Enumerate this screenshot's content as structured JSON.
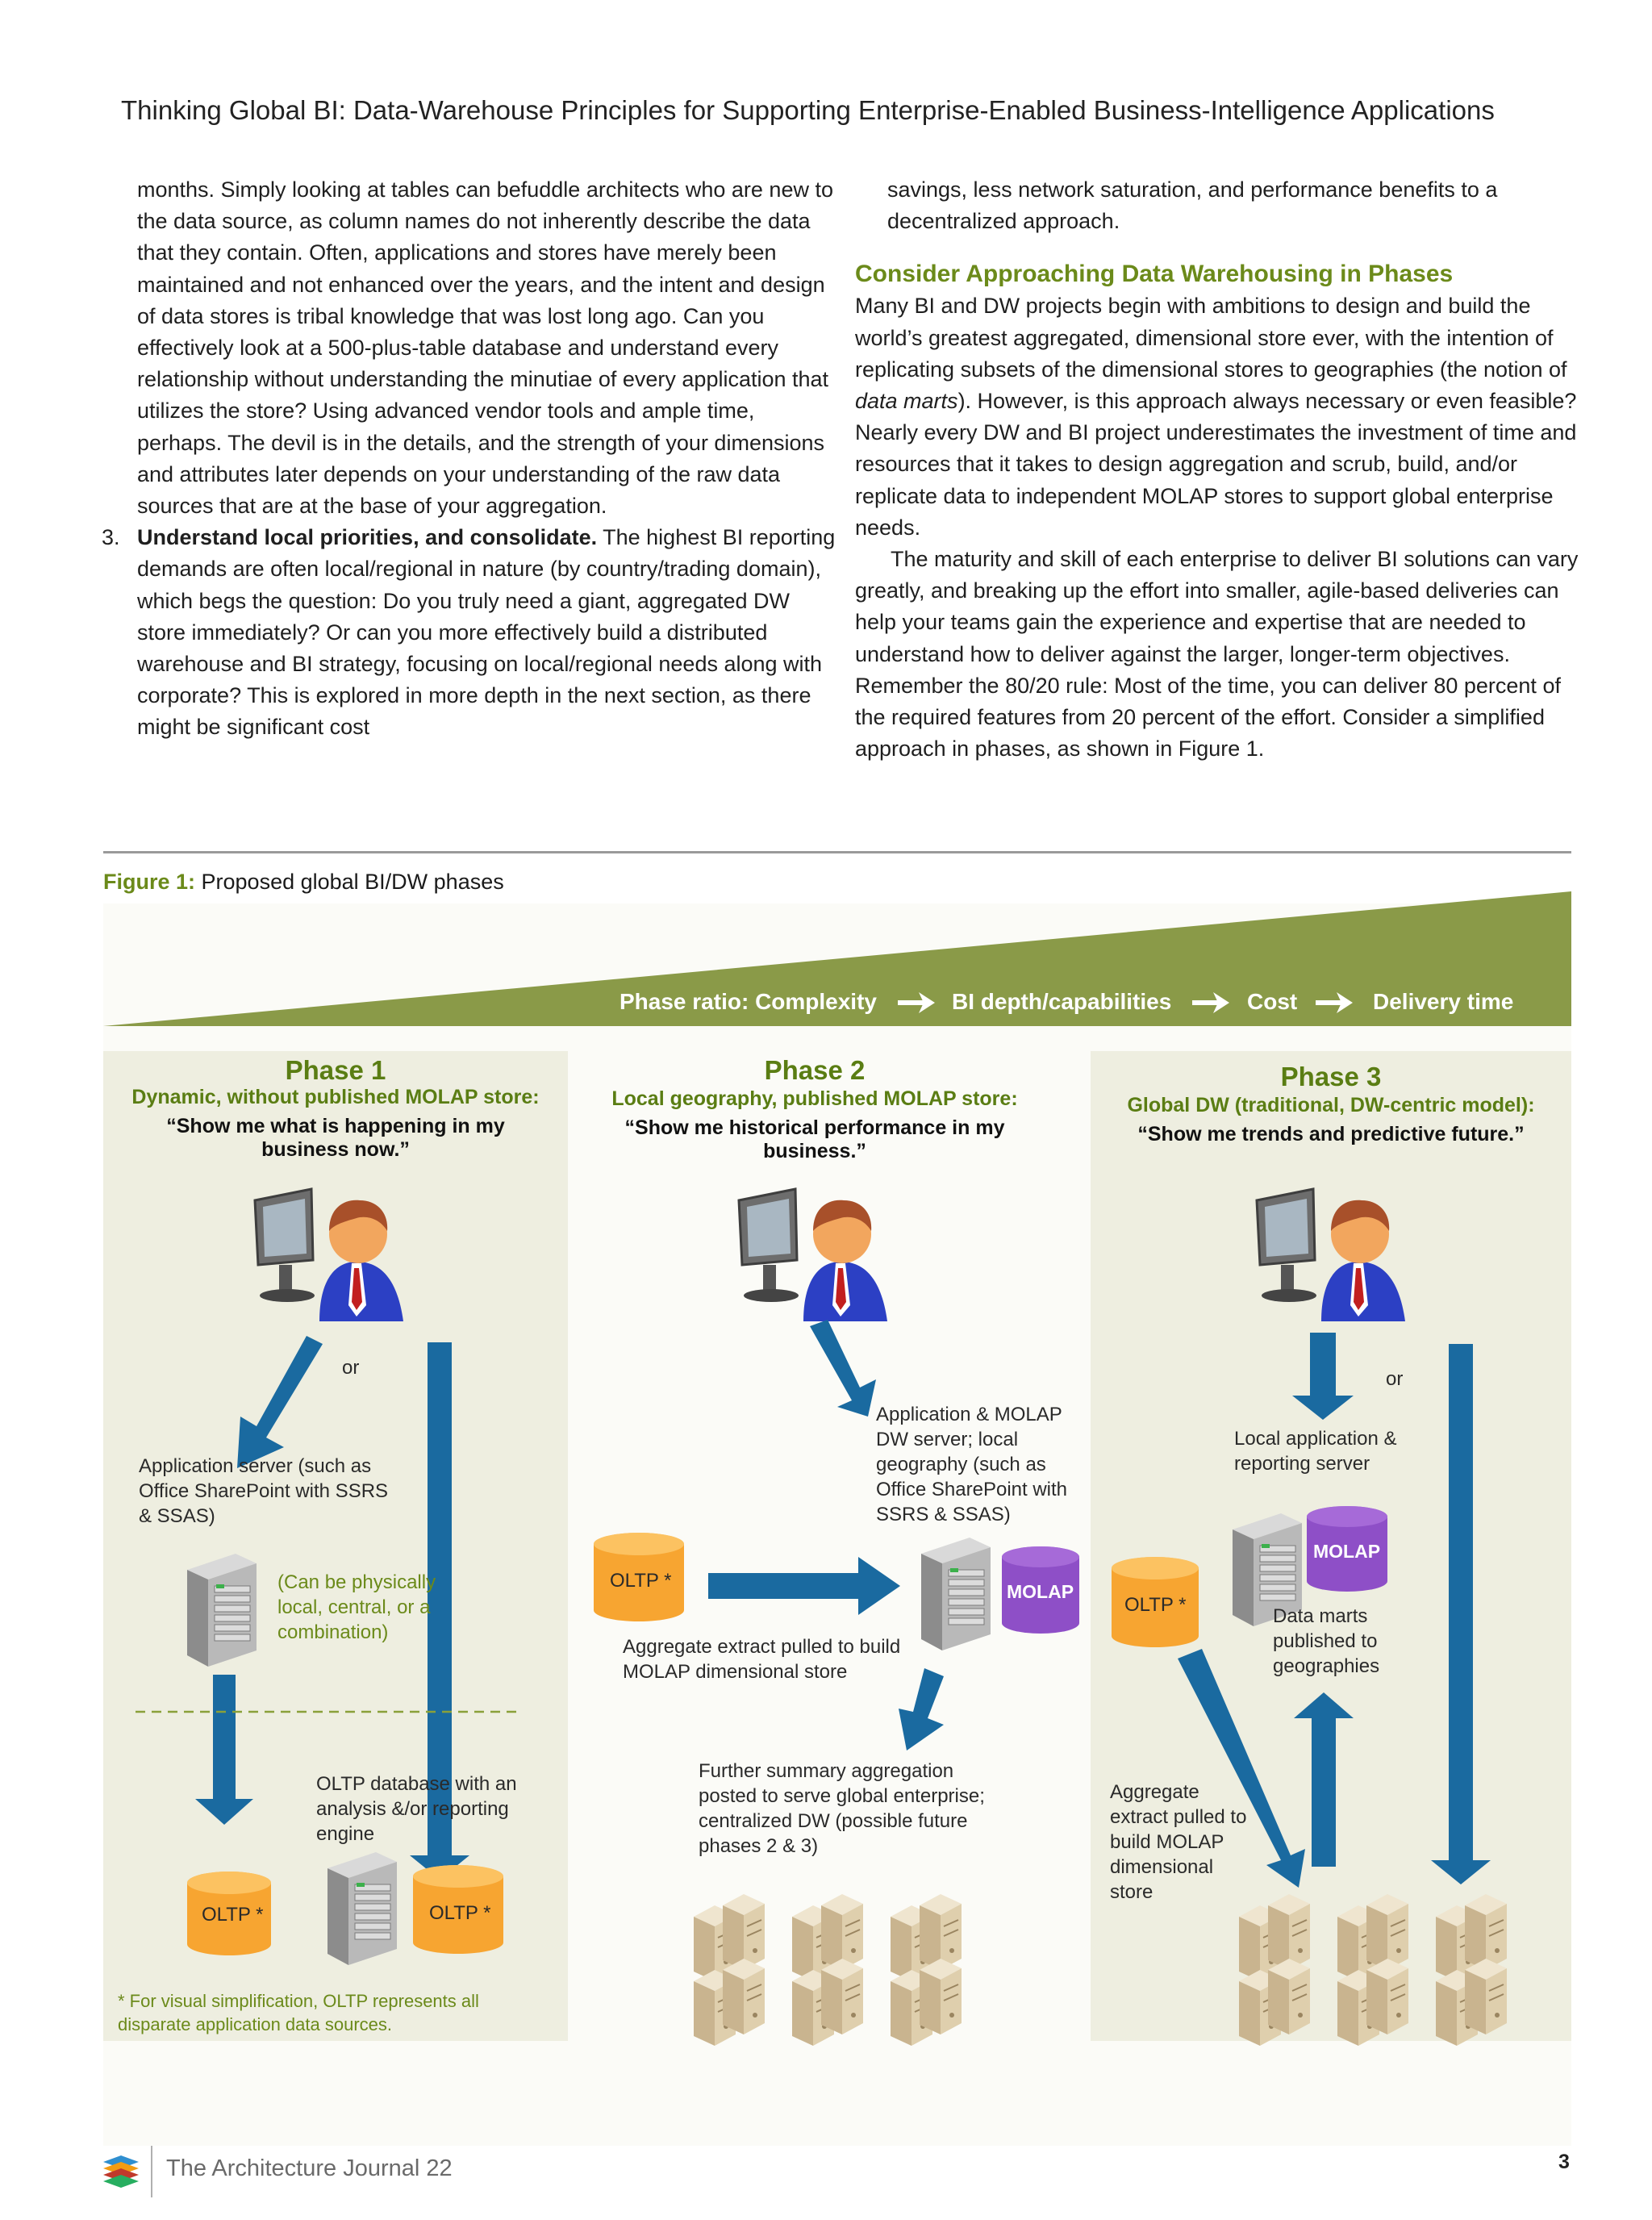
{
  "header": {
    "title": "Thinking Global BI: Data-Warehouse Principles for Supporting Enterprise-Enabled Business-Intelligence Applications"
  },
  "left_column": {
    "para1": "months. Simply looking at tables can befuddle architects who are new to the data source, as column names do not inherently describe the data that they contain. Often, applications and stores have merely been maintained and not enhanced over the years, and the intent and design of data stores is tribal knowledge that was lost long ago. Can you effectively look at a 500-plus-table database and understand every relationship without understanding the minutiae of every application that utilizes the store? Using advanced vendor tools and ample time, perhaps. The devil is in the details, and the strength of your dimensions and attributes later depends on your understanding of the raw data sources that are at the base of your aggregation.",
    "item3_number": "3.",
    "item3_bold": "Understand local priorities, and consolidate.",
    "item3_text": " The highest BI reporting demands are often local/regional in nature (by country/trading domain), which begs the question: Do you truly need a giant, aggregated DW store immediately? Or can you more effectively build a distributed warehouse and BI strategy, focusing on local/regional needs along with corporate? This is explored in more depth in the next section, as there might be significant cost"
  },
  "right_column": {
    "para_cont": "savings, less network saturation, and performance benefits to a decentralized approach.",
    "heading": "Consider Approaching Data Warehousing in Phases",
    "para2_a": "Many BI and DW projects begin with ambitions to design and build the world’s greatest aggregated, dimensional store ever, with the intention of replicating subsets of the dimensional stores to geographies (the notion of ",
    "para2_em": "data marts",
    "para2_b": "). However, is this approach always necessary or even feasible? Nearly every DW and BI project underestimates the investment of time and resources that it takes to design aggregation and scrub, build, and/or replicate data to independent MOLAP stores to support global enterprise needs.",
    "para3": "The maturity and skill of each enterprise to deliver BI solutions can vary greatly, and breaking up the effort into smaller, agile-based deliveries can help your teams gain the experience and expertise that are needed to understand how to deliver against the larger, longer-term objectives. Remember the 80/20 rule: Most of the time, you can deliver 80 percent of the required features from 20 percent of the effort. Consider a simplified approach in phases, as shown in Figure 1."
  },
  "figure": {
    "caption_label": "Figure 1:",
    "caption_text": " Proposed global BI/DW phases",
    "wedge": {
      "label": "Phase ratio:",
      "items": [
        "Complexity",
        "BI depth/capabilities",
        "Cost",
        "Delivery time"
      ],
      "color": "#8a9a48"
    },
    "phase1": {
      "title": "Phase 1",
      "subtitle": "Dynamic, without published MOLAP store:",
      "quote": "“Show me what is happening in my business now.”",
      "or": "or",
      "app_server": "Application server (such as Office SharePoint with SSRS & SSAS)",
      "physical_note": "(Can be physically local, central, or a combination)",
      "oltp_db": "OLTP database with an analysis &/or reporting engine",
      "oltp_label": "OLTP *",
      "footnote": "* For visual simplification, OLTP represents all disparate application data sources."
    },
    "phase2": {
      "title": "Phase 2",
      "subtitle": "Local geography, published MOLAP store:",
      "quote": "“Show me historical performance in my business.”",
      "app_molap": "Application & MOLAP DW server; local geography (such as Office SharePoint with SSRS & SSAS)",
      "oltp_label": "OLTP *",
      "molap_label": "MOLAP",
      "aggregate": "Aggregate extract pulled to build MOLAP dimensional store",
      "further": "Further summary aggregation posted to serve global enterprise; centralized DW (possible future phases 2 & 3)"
    },
    "phase3": {
      "title": "Phase 3",
      "subtitle": "Global DW (traditional, DW-centric model):",
      "quote": "“Show me trends and predictive future.”",
      "or": "or",
      "local_app": "Local application & reporting server",
      "molap_label": "MOLAP",
      "oltp_label": "OLTP *",
      "data_marts": "Data marts published to geographies",
      "aggregate": "Aggregate extract pulled to build MOLAP dimensional store"
    },
    "colors": {
      "arrow_blue": "#1a6aa0",
      "oltp_orange": "#f7a531",
      "molap_purple": "#8e4fc7",
      "panel_bg": "#eeeee0",
      "green_title": "#5a7d13"
    }
  },
  "footer": {
    "journal": "The Architecture Journal 22",
    "page": "3"
  }
}
